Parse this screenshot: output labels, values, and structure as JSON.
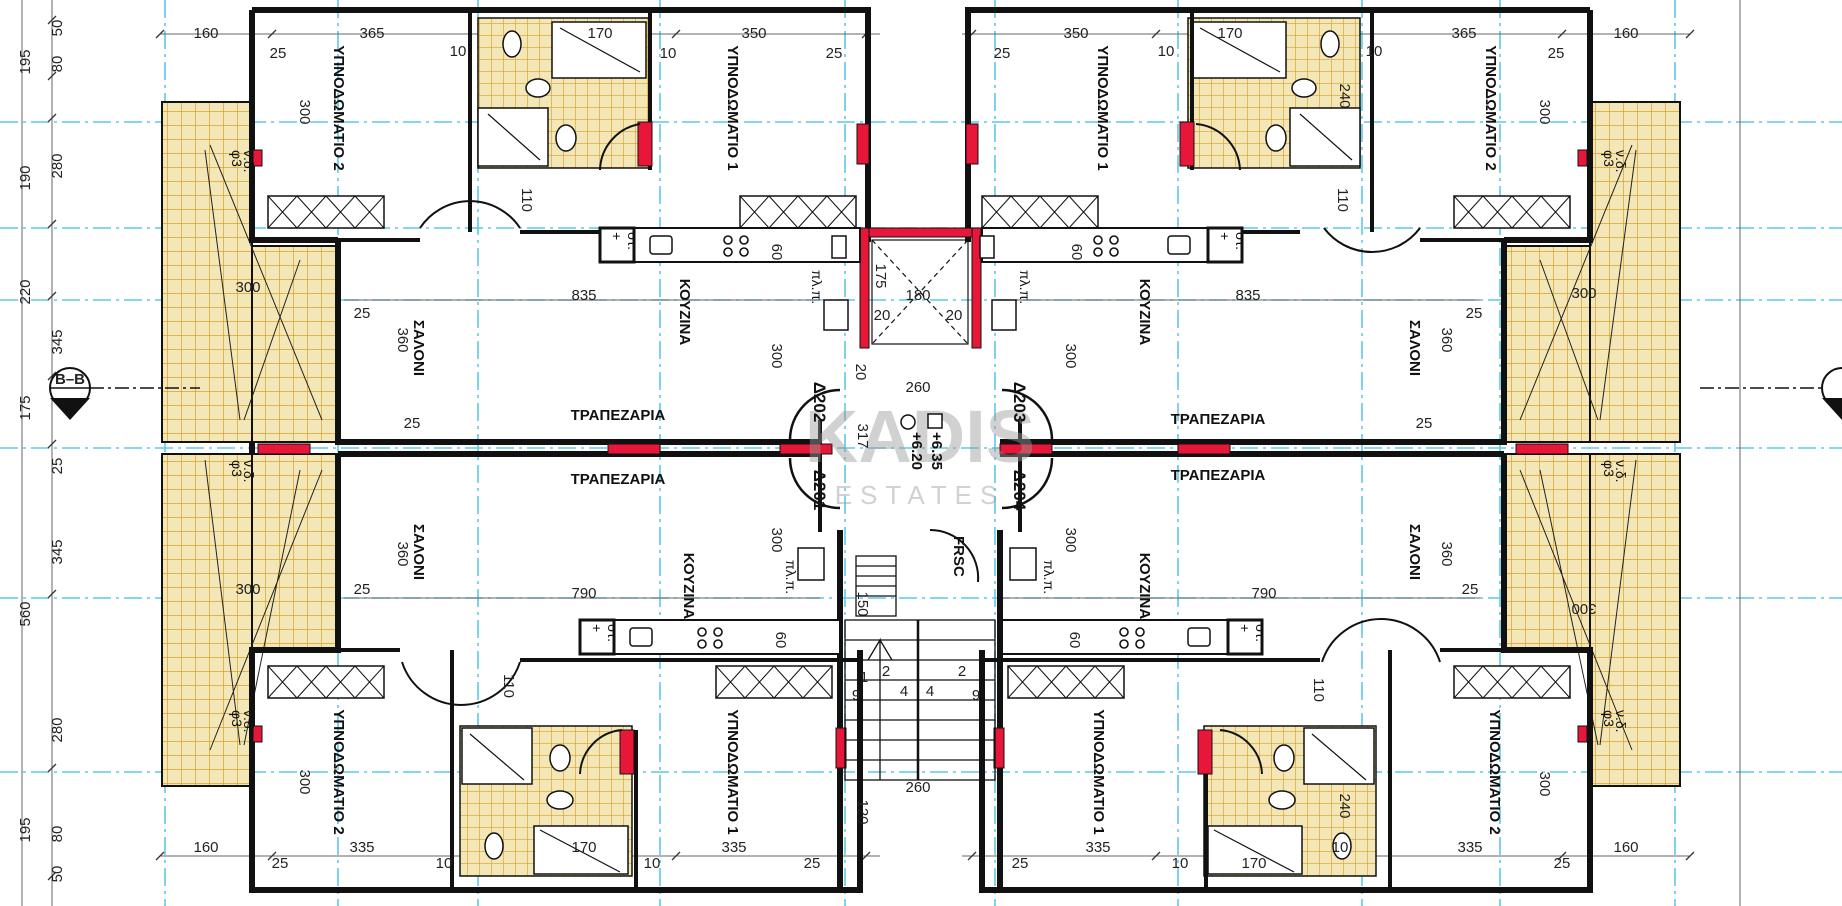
{
  "colors": {
    "wall": "#111111",
    "wall_red": "#e8173a",
    "tile_fill": "#f3e7b8",
    "tile_grid": "#d8a12a",
    "axis_cyan": "#5fc8e6",
    "dim_line": "#666666",
    "watermark": "#9a9a9a"
  },
  "icons": [
    "section-marker-icon",
    "toilet-icon",
    "shower-icon",
    "sink-icon",
    "hob-icon",
    "door-swing-icon",
    "stair-icon",
    "lift-icon"
  ],
  "watermark": {
    "logo_text": "KADIS",
    "sub_text": "ESTATES"
  },
  "section_marker": {
    "label": "B–B"
  },
  "left_dims": [
    "50",
    "80",
    "195",
    "280",
    "190",
    "220",
    "345",
    "175",
    "25",
    "345",
    "560",
    "280",
    "195",
    "80",
    "50"
  ],
  "top_dims": {
    "a1": "160",
    "a2": "25",
    "a3": "365",
    "a4": "10",
    "a5": "170",
    "a6": "10",
    "a7": "350",
    "a8": "25",
    "b1": "25",
    "b2": "350",
    "b3": "10",
    "b4": "170",
    "b5": "10",
    "b6": "365",
    "b7": "25",
    "b8": "160"
  },
  "bottom_dims": {
    "a1": "160",
    "a2": "25",
    "a3": "335",
    "a4": "10",
    "a5": "170",
    "a6": "10",
    "a7": "335",
    "a8": "25",
    "b1": "25",
    "b2": "335",
    "b3": "10",
    "b4": "170",
    "b5": "10",
    "b6": "335",
    "b7": "25",
    "b8": "160"
  },
  "rooms": {
    "bed2": "ΥΠΝΟΔΩΜΑΤΙΟ 2",
    "bed1": "ΥΠΝΟΔΩΜΑΤΙΟ 1",
    "living": "ΣΑΛΟΝΙ",
    "kitchen": "ΚΟΥΖΙΝΑ",
    "dining": "ΤΡΑΠΕΖΑΡΙΑ"
  },
  "labels": {
    "pl": "πλ.π.",
    "st": "στ.",
    "plus": "+",
    "veranda": "φ3",
    "veranda2": "ν.δ.",
    "frsc": "FRSC"
  },
  "doors": {
    "d201": "Δ201",
    "d202": "Δ202",
    "d203": "Δ203",
    "d204": "Δ204"
  },
  "levels": {
    "upper": "+6.35",
    "lower": "+6.20"
  },
  "inner_dims": {
    "d835": "835",
    "d790": "790",
    "d360": "360",
    "d300": "300",
    "d260": "260",
    "d25": "25",
    "d110": "110",
    "d60": "60",
    "d175": "175",
    "d180": "180",
    "d20": "20",
    "d317": "317",
    "d150": "150",
    "d120": "120",
    "d240": "240",
    "s1": "1",
    "s2": "2",
    "s4": "4",
    "s9": "9"
  }
}
